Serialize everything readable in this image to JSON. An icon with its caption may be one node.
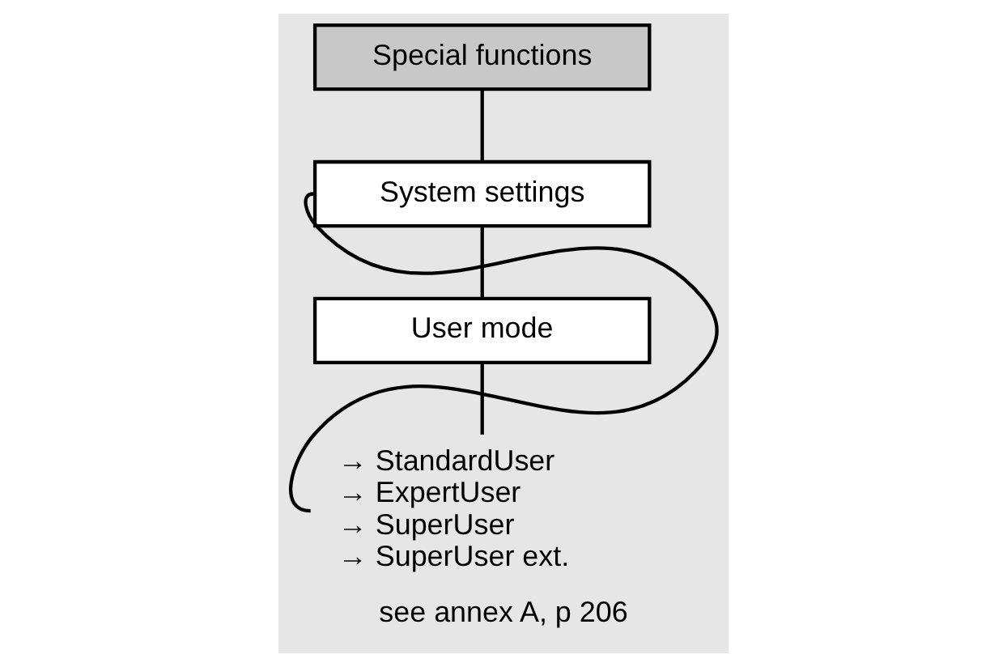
{
  "diagram": {
    "caption": "see annex A, p 206",
    "nodes": [
      {
        "text": [
          "Special functions"
        ]
      },
      {
        "text": [
          "System settings"
        ]
      },
      {
        "text": [
          "User mode"
        ]
      },
      {
        "text": [
          "→ StandardUser",
          "→ ExpertUser",
          "→ SuperUser",
          "→ SuperUser ext."
        ]
      }
    ],
    "edges": [
      {
        "from": 0,
        "to": 1,
        "arrow": "none"
      },
      {
        "from": 1,
        "to": 2,
        "arrow": "none"
      },
      {
        "from": 2,
        "to": 3,
        "arrow": "none"
      },
      {
        "from": 3,
        "to": 1,
        "arrow": "none"
      }
    ]
  }
}
